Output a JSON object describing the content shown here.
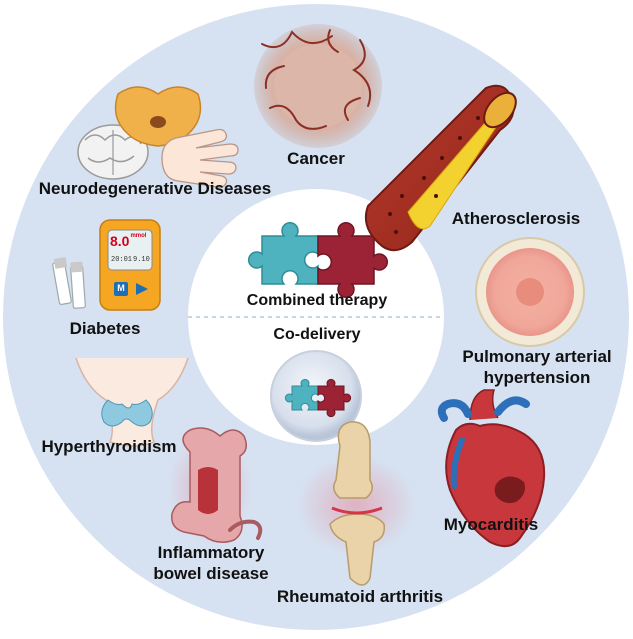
{
  "center": {
    "top_label": "Combined therapy",
    "bottom_label": "Co-delivery"
  },
  "diseases": {
    "cancer": "Cancer",
    "neuro": "Neurodegenerative Diseases",
    "athero": "Atherosclerosis",
    "diabetes": "Diabetes",
    "pah_line1": "Pulmonary arterial",
    "pah_line2": "hypertension",
    "hyperthyroid": "Hyperthyroidism",
    "myocarditis": "Myocarditis",
    "ibd_line1": "Inflammatory",
    "ibd_line2": "bowel disease",
    "ra": "Rheumatoid arthritis"
  },
  "glucometer": {
    "reading": "8.0",
    "unit": "mmol",
    "time": "20:01",
    "date": "9.10",
    "button": "M"
  },
  "colors": {
    "ring_fill": "#d6e2f1",
    "center_fill": "#ffffff",
    "puzzle_teal": "#4fb3bf",
    "puzzle_red": "#9b2335"
  }
}
